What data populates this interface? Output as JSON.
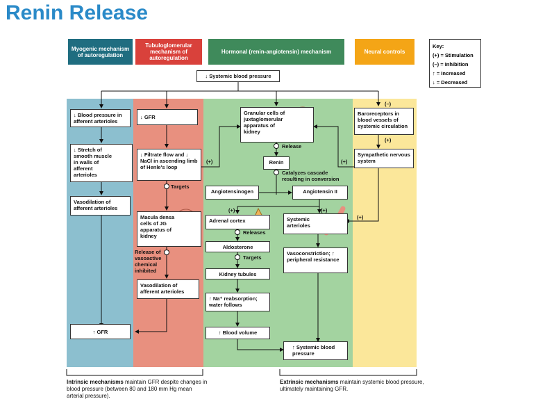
{
  "title": "Renin Release",
  "headers": {
    "myogenic": "Myogenic mechanism of autoregulation",
    "tubulo": "Tubuloglomerular mechanism of autoregulation",
    "hormonal": "Hormonal (renin-angiotensin) mechanism",
    "neural": "Neural controls"
  },
  "key": {
    "title": "Key:",
    "stim": "(+) = Stimulation",
    "inhib": "(–) = Inhibition",
    "inc": "↑ = Increased",
    "dec": "↓ = Decreased"
  },
  "boxes": {
    "sbp_top": "↓ Systemic blood pressure",
    "bp_aff": "↓ Blood pressure in afferent arterioles",
    "stretch": "↓ Stretch of smooth muscle in walls of afferent arterioles",
    "vasodil_aff": "Vasodilation of afferent arterioles",
    "gfr_down": "↓ GFR",
    "filtrate": "↓ Filtrate flow and ↓ NaCl in ascending limb of Henle's loop",
    "macula": "Macula densa cells of JG apparatus of kidney",
    "vasodil_aff2": "Vasodilation of afferent arterioles",
    "gfr_up": "↑ GFR",
    "granular": "Granular cells of juxtaglomerular apparatus of kidney",
    "renin": "Renin",
    "angiotensinogen": "Angiotensinogen",
    "angiotensin2": "Angiotensin II",
    "adrenal": "Adrenal cortex",
    "aldosterone": "Aldosterone",
    "kidney_tubules": "Kidney tubules",
    "na_reabs": "↑ Na⁺ reabsorption; water follows",
    "blood_vol": "↑ Blood volume",
    "sbp_bottom": "↑ Systemic blood pressure",
    "systemic_art": "Systemic arterioles",
    "vasocon": "Vasoconstriction; ↑ peripheral resistance",
    "baro": "Baroreceptors in blood vessels of systemic circulation",
    "sympathetic": "Sympathetic nervous system"
  },
  "labels": {
    "targets1": "Targets",
    "release1": "Release",
    "catalyzes": "Catalyzes cascade resulting in conversion",
    "releases": "Releases",
    "targets2": "Targets",
    "vasoactive": "Release of vasoactive chemical inhibited",
    "plus": "(+)",
    "minus": "(–)"
  },
  "footer": {
    "intrinsic_bold": "Intrinsic mechanisms",
    "intrinsic_rest": " maintain GFR despite changes in blood pressure (between 80 and 180 mm Hg mean arterial pressure).",
    "extrinsic_bold": "Extrinsic mechanisms",
    "extrinsic_rest": " maintain systemic blood pressure, ultimately maintaining GFR."
  },
  "colors": {
    "myogenic": "#1f6d80",
    "tubulo": "#d9413b",
    "hormonal": "#3f8a5b",
    "neural": "#f4a516",
    "band_myogenic": "#8cbfcf",
    "band_tubulo": "#e8907f",
    "band_hormonal": "#a3d3a0",
    "band_neural": "#fbe79a",
    "title": "#2a8ac8"
  }
}
